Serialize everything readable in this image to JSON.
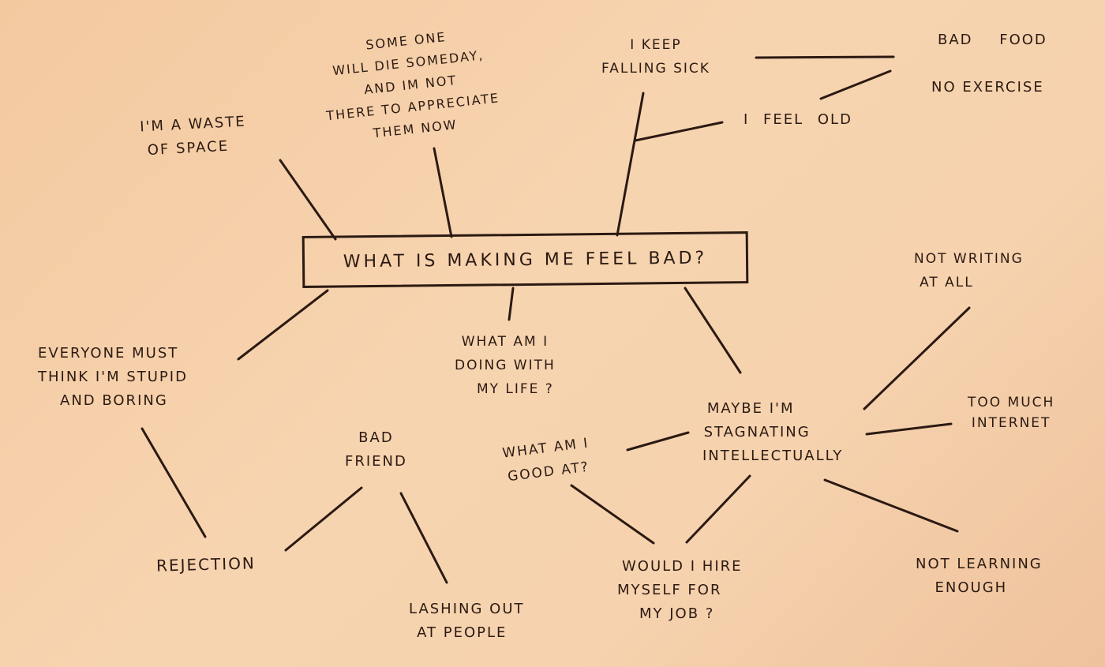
{
  "center": "WHAT IS MAKING ME FEEL BAD?",
  "notes": {
    "waste": [
      "I'M A WASTE",
      "OF SPACE"
    ],
    "someone": [
      "SOME ONE",
      "WILL DIE SOMEDAY,",
      "AND IM NOT",
      "THERE TO APPRECIATE",
      "THEM NOW"
    ],
    "sick": [
      "I KEEP",
      "FALLING SICK"
    ],
    "old": [
      "I FEEL OLD"
    ],
    "badfood": [
      "BAD FOOD"
    ],
    "exercise": [
      "NO EXERCISE"
    ],
    "everyone": [
      "EVERYONE MUST",
      "THINK I'M STUPID",
      "AND BORING"
    ],
    "doing": [
      "WHAT AM I",
      "DOING WITH",
      "MY LIFE ?"
    ],
    "stagnating": [
      "MAYBE I'M",
      "STAGNATING",
      "INTELLECTUALLY"
    ],
    "notwriting": [
      "NOT WRITING",
      "AT ALL"
    ],
    "internet": [
      "TOO MUCH",
      "INTERNET"
    ],
    "goodat": [
      "WHAT AM I",
      "GOOD AT?"
    ],
    "badfriend": [
      "BAD",
      "FRIEND"
    ],
    "rejection": [
      "REJECTION"
    ],
    "lashing": [
      "LASHING OUT",
      "AT PEOPLE"
    ],
    "hire": [
      "WOULD I HIRE",
      "MYSELF FOR",
      "MY JOB ?"
    ],
    "learning": [
      "NOT LEARNING",
      "ENOUGH"
    ]
  }
}
